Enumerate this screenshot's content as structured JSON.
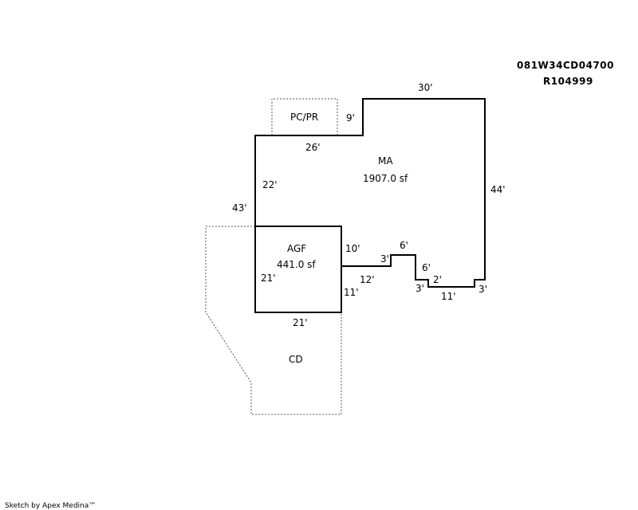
{
  "header": {
    "parcel_id": "081W34CD04700",
    "account": "R104999"
  },
  "areas": {
    "ma": {
      "name": "MA",
      "area": "1907.0 sf"
    },
    "agf": {
      "name": "AGF",
      "area": "441.0 sf"
    },
    "pcpr": {
      "name": "PC/PR"
    },
    "cd": {
      "name": "CD"
    }
  },
  "dimensions": {
    "top": "30'",
    "step": "9'",
    "porch": "26'",
    "left_upper": "22'",
    "left_total": "43'",
    "right": "44'",
    "agf_top": "10'",
    "agf_left": "21'",
    "agf_bottom": "21'",
    "agf_right": "11'",
    "run": "12'",
    "notch_a": "3'",
    "notch_b": "6'",
    "notch_c": "6'",
    "notch_d": "3'",
    "notch_e": "2'",
    "bottom": "11'",
    "right_step": "3'"
  },
  "footer": {
    "credit": "Sketch by Apex Medina™"
  }
}
